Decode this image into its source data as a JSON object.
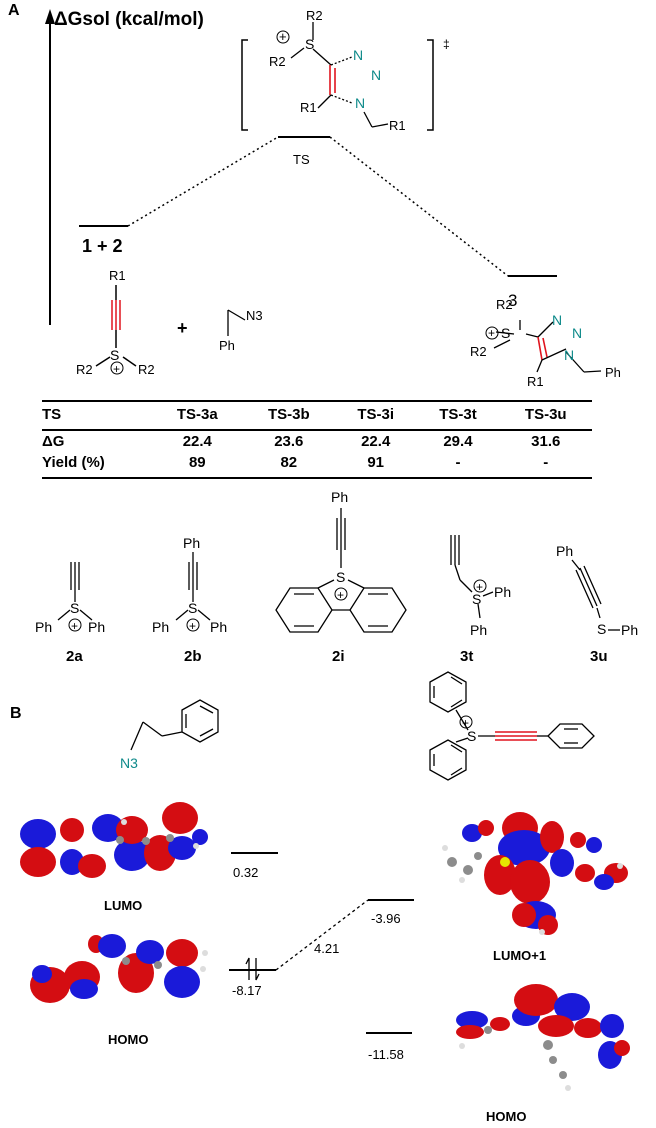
{
  "panel_a": {
    "letter": "A",
    "y_axis_label": "ΔGsol (kcal/mol)",
    "ts_label": "TS",
    "ts_dagger": "‡",
    "reactants_label": "1 + 2",
    "product_label": "3",
    "plus_sign": "+",
    "ts_structure": {
      "S": "S",
      "R2a": "R2",
      "R2b": "R2",
      "R1a": "R1",
      "R1b": "R1",
      "N1": "N",
      "N2": "N",
      "N3": "N",
      "charge": "+"
    },
    "reactant_alkyne": {
      "R1": "R1",
      "S": "S",
      "R2a": "R2",
      "R2b": "R2",
      "charge": "+"
    },
    "reactant_azide": {
      "N3": "N3",
      "Ph": "Ph"
    },
    "product": {
      "S": "S",
      "R2a": "R2",
      "R2b": "R2",
      "R1": "R1",
      "N1": "N",
      "N2": "N",
      "N3": "N",
      "Ph": "Ph",
      "charge": "+"
    }
  },
  "table": {
    "headers": [
      "TS",
      "TS-3a",
      "TS-3b",
      "TS-3i",
      "TS-3t",
      "TS-3u"
    ],
    "rows": [
      {
        "label": "ΔG",
        "values": [
          "22.4",
          "23.6",
          "22.4",
          "29.4",
          "31.6"
        ]
      },
      {
        "label": "Yield (%)",
        "values": [
          "89",
          "82",
          "91",
          "-",
          "-"
        ]
      }
    ]
  },
  "compounds": [
    {
      "id": "2a",
      "labels": [
        "Ph",
        "S",
        "Ph",
        "+"
      ]
    },
    {
      "id": "2b",
      "labels": [
        "Ph",
        "Ph",
        "S",
        "Ph",
        "+"
      ]
    },
    {
      "id": "2i",
      "labels": [
        "Ph",
        "S",
        "+"
      ]
    },
    {
      "id": "3t",
      "labels": [
        "S",
        "Ph",
        "Ph",
        "+"
      ]
    },
    {
      "id": "3u",
      "labels": [
        "Ph",
        "S",
        "Ph"
      ]
    }
  ],
  "panel_b": {
    "letter": "B",
    "azide_label": "N3",
    "alkyne_S": "S",
    "alkyne_charge": "+",
    "levels": {
      "azide_lumo": "0.32",
      "azide_homo": "-8.17",
      "alkyne_lumo1": "-3.96",
      "alkyne_homo": "-11.58",
      "gap": "4.21"
    },
    "orbital_labels": {
      "azide_lumo": "LUMO",
      "azide_homo": "HOMO",
      "alkyne_lumo1": "LUMO+1",
      "alkyne_homo": "HOMO"
    }
  },
  "colors": {
    "orbital_pos": "#d40d12",
    "orbital_neg": "#1a1ad9",
    "nitrogen": "#0e8a8a",
    "triple_bond": "#e0141e",
    "carbon_atom": "#8c8c8c",
    "sulfur_atom": "#e6e600"
  }
}
